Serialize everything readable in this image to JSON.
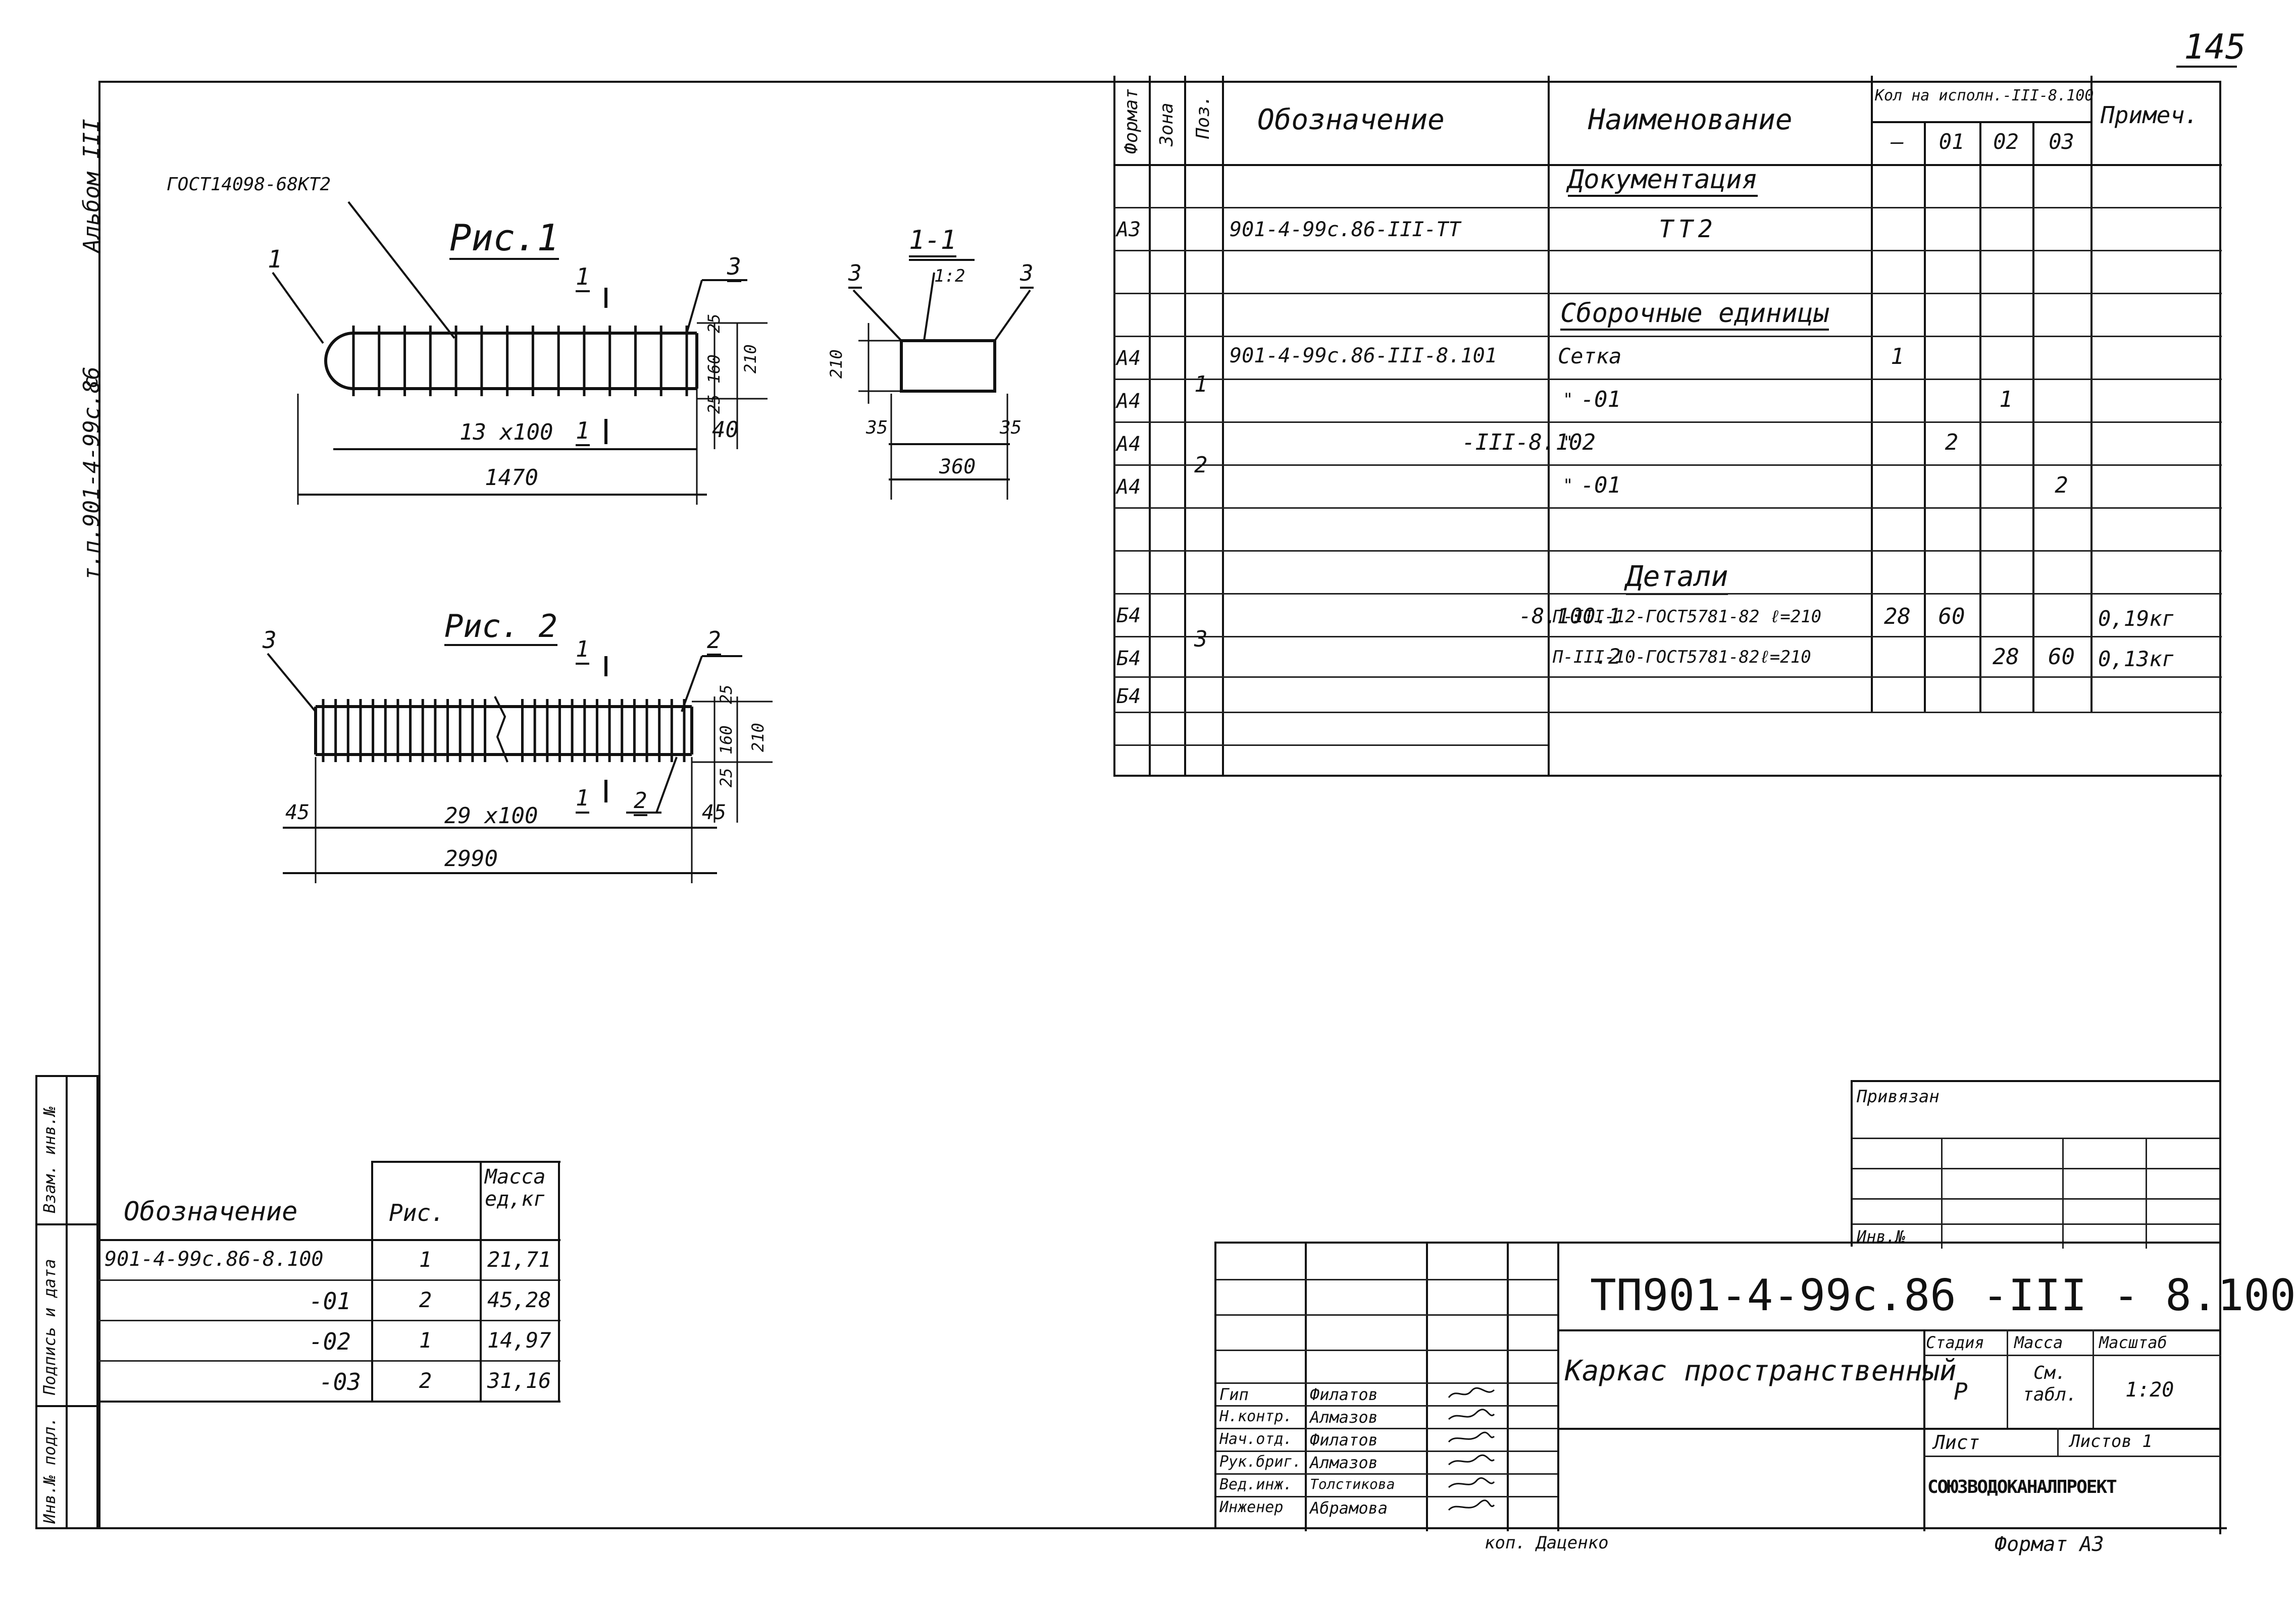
{
  "sheet": {
    "page_number": "145",
    "side_album": "Альбом III",
    "side_code": "т.п.901-4-99с.86",
    "side_c": "с",
    "copy_note": "коп. Даценко",
    "format_note": "Формат А3"
  },
  "left_stamps": {
    "inv_orig": "Инв.№ подл.",
    "sign_date": "Подпись и дата",
    "vzam_inv": "Взам. инв.№"
  },
  "fig1": {
    "title": "Рис.1",
    "gost": "ГОСТ14098-68КТ2",
    "pos1": "1",
    "pos3": "3",
    "sec_mark": "1",
    "dim_spacing": "13 х100",
    "dim_total": "1470",
    "dim_25": "25",
    "dim_160": "160",
    "dim_210": "210",
    "dim_40": "40"
  },
  "section": {
    "title": "1-1",
    "scale": "1:2",
    "pos3_left": "3",
    "pos3_right": "3",
    "dim_210": "210",
    "dim_35_left": "35",
    "dim_35_right": "35",
    "dim_360": "360"
  },
  "fig2": {
    "title": "Рис. 2",
    "pos3": "3",
    "pos2": "2",
    "pos2_bottom": "2",
    "sec_mark": "1",
    "dim_45_left": "45",
    "dim_45_right": "45",
    "dim_spacing": "29 х100",
    "dim_total": "2990",
    "dim_25": "25",
    "dim_160": "160",
    "dim_210": "210"
  },
  "spec": {
    "headers": {
      "format": "Формат",
      "zone": "Зона",
      "pos": "Поз.",
      "designation": "Обозначение",
      "name": "Наименование",
      "qty": "Кол на исполн.-III-8.100",
      "note": "Примеч.",
      "q0": "—",
      "q1": "01",
      "q2": "02",
      "q3": "03"
    },
    "sec_docs": "Документация",
    "sec_units": "Сборочные единицы",
    "sec_parts": "Детали",
    "rows": [
      {
        "format": "А3",
        "pos": "",
        "designation": "901-4-99с.86-III-ТТ",
        "name": "ТТ2",
        "q0": "",
        "q1": "",
        "q2": "",
        "q3": "",
        "note": ""
      },
      {
        "format": "А4",
        "pos": "1",
        "designation": "901-4-99с.86-III-8.101",
        "name": "Сетка",
        "q0": "1",
        "q1": "",
        "q2": "",
        "q3": "",
        "note": ""
      },
      {
        "format": "А4",
        "pos": "",
        "designation": "-01",
        "name": "\"",
        "q0": "",
        "q1": "",
        "q2": "1",
        "q3": "",
        "note": ""
      },
      {
        "format": "А4",
        "pos": "2",
        "designation": "-III-8.102",
        "name": "\"",
        "q0": "",
        "q1": "2",
        "q2": "",
        "q3": "",
        "note": ""
      },
      {
        "format": "А4",
        "pos": "",
        "designation": "-01",
        "name": "\"",
        "q0": "",
        "q1": "",
        "q2": "",
        "q3": "2",
        "note": ""
      },
      {
        "format": "Б4",
        "pos": "3",
        "designation": "-8.100.1",
        "name": "П-III-12-ГОСТ5781-82 ℓ=210",
        "q0": "28",
        "q1": "60",
        "q2": "",
        "q3": "",
        "note": "0,19кг"
      },
      {
        "format": "Б4",
        "pos": "",
        "designation": ".2",
        "name": "П-III-10-ГОСТ5781-82ℓ=210",
        "q0": "",
        "q1": "",
        "q2": "28",
        "q3": "60",
        "note": "0,13кг"
      },
      {
        "format": "Б4",
        "pos": "",
        "designation": "",
        "name": "",
        "q0": "",
        "q1": "",
        "q2": "",
        "q3": "",
        "note": ""
      }
    ]
  },
  "mass_table": {
    "headers": {
      "designation": "Обозначение",
      "fig": "Рис.",
      "mass": "Масса ед,кг"
    },
    "rows": [
      {
        "designation": "901-4-99с.86-8.100",
        "fig": "1",
        "mass": "21,71"
      },
      {
        "designation": "-01",
        "fig": "2",
        "mass": "45,28"
      },
      {
        "designation": "-02",
        "fig": "1",
        "mass": "14,97"
      },
      {
        "designation": "-03",
        "fig": "2",
        "mass": "31,16"
      }
    ]
  },
  "title_block": {
    "privyazan": "Привязан",
    "inv_no": "Инв.№",
    "code": "ТП901-4-99с.86 -III - 8.100",
    "name": "Каркас пространственный",
    "stage_label": "Стадия",
    "mass_label": "Масса",
    "scale_label": "Масштаб",
    "stage": "Р",
    "mass": "См. табл.",
    "scale": "1:20",
    "sheet_label": "Лист",
    "sheets_label": "Листов 1",
    "org": "СОЮЗВОДОКАНАЛПРОЕКТ",
    "people": [
      {
        "role": "Гип",
        "name": "Филатов"
      },
      {
        "role": "Н.контр.",
        "name": "Алмазов"
      },
      {
        "role": "Нач.отд.",
        "name": "Филатов"
      },
      {
        "role": "Рук.бриг.",
        "name": "Алмазов"
      },
      {
        "role": "Вед.инж.",
        "name": "Толстикова"
      },
      {
        "role": "Инженер",
        "name": "Абрамова"
      }
    ]
  }
}
